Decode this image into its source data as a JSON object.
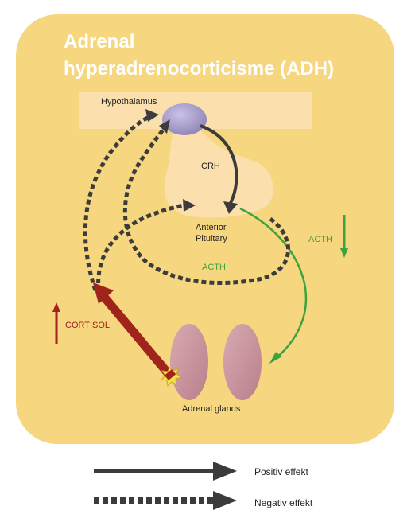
{
  "title_line1": "Adrenal",
  "title_line2": "hyperadrenocorticisme (ADH)",
  "labels": {
    "hypothalamus": "Hypothalamus",
    "crh": "CRH",
    "anterior": "Anterior",
    "pituitary": "Pituitary",
    "acth_green": "ACTH",
    "acth_dotted": "ACTH",
    "cortisol": "CORTISOL",
    "adrenal_glands": "Adrenal glands"
  },
  "legend": {
    "positive": "Positiv effekt",
    "negative": "Negativ effekt"
  },
  "colors": {
    "panel": "#f6d67e",
    "title": "#ffffff",
    "hypothalamus_band": "#fbe0ae",
    "gland": "#c9959f",
    "green": "#3ea33e",
    "red": "#a0231c",
    "dotted": "#3d3c3c",
    "crh_arrow": "#3c3b3b",
    "nucleus": "#a59bc8"
  }
}
